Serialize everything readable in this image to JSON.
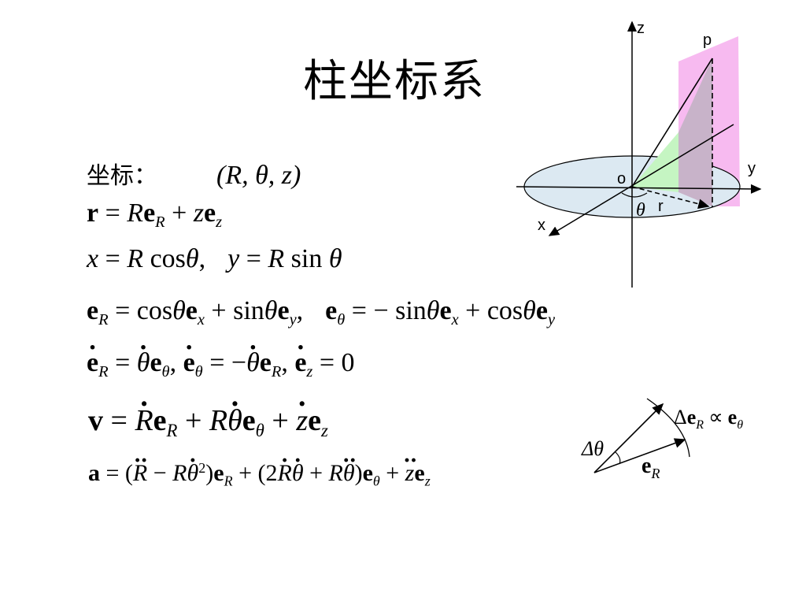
{
  "title": "柱坐标系",
  "coord_label": "坐标：",
  "coord_tuple": "(R, θ, z)",
  "diagram_3d": {
    "z_label": "z",
    "y_label": "y",
    "x_label": "x",
    "o_label": "o",
    "p_label": "p",
    "r_label": "r",
    "theta_label": "θ",
    "colors": {
      "pink": "#f7b6ef",
      "green": "#c5f5c2",
      "ellipse": "#dce9f2",
      "gray": "#c8b3c9"
    }
  },
  "diagram_small": {
    "delta_theta": "Δθ",
    "prop_left": "Δ",
    "prop_e": "e",
    "prop_R": "R",
    "prop_symbol": "∝",
    "prop_e2": "e",
    "prop_theta": "θ",
    "eR_e": "e",
    "eR_R": "R"
  }
}
